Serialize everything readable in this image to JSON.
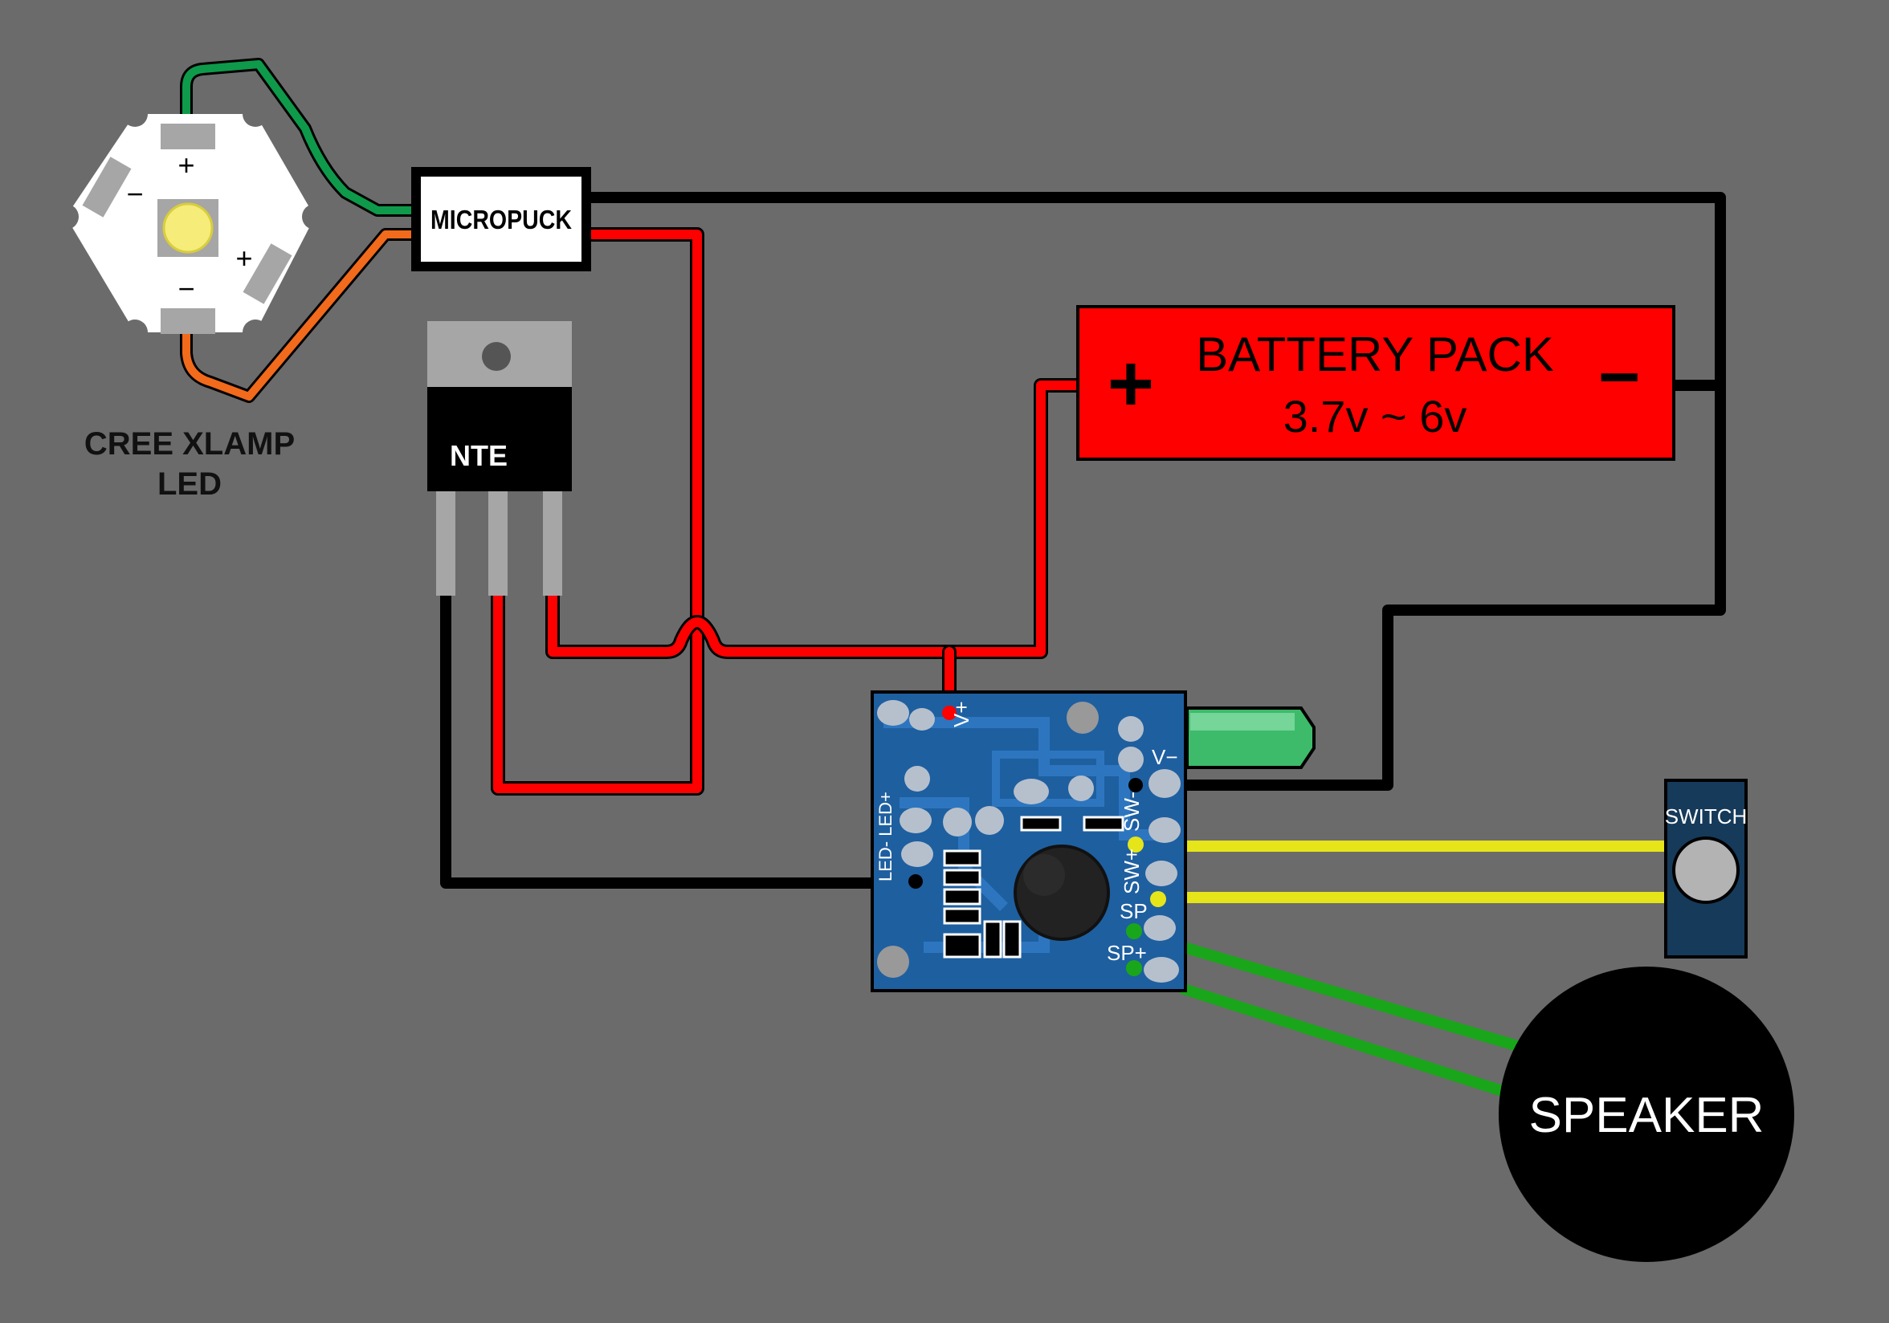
{
  "led": {
    "label_line1": "CREE XLAMP",
    "label_line2": "LED",
    "pad_top": "+",
    "pad_left": "−",
    "pad_right": "+",
    "pad_bottom": "−"
  },
  "micropuck": {
    "label": "MICROPUCK"
  },
  "regulator": {
    "label": "NTE"
  },
  "battery": {
    "title": "BATTERY PACK",
    "voltage": "3.7v ~ 6v",
    "plus": "+",
    "minus": "−"
  },
  "board": {
    "pins": {
      "v_plus": "V+",
      "v_minus": "V−",
      "sw_minus": "SW-",
      "sw_plus": "SW+",
      "sp_minus": "SP",
      "sp_plus": "SP+",
      "led_pins": "LED- LED+"
    }
  },
  "switch": {
    "label": "SWITCH"
  },
  "speaker": {
    "label": "SPEAKER"
  },
  "colors": {
    "background": "#6b6b6b",
    "wire_red": "#ff0000",
    "wire_black": "#000000",
    "wire_yellow": "#e5e51a",
    "wire_green": "#1aa61a",
    "wire_orange": "#f26a1b",
    "wire_dark_green": "#0e9a4a",
    "battery_fill": "#ff0000",
    "board_blue": "#1e5fa0",
    "switch_navy": "#163a5a"
  }
}
